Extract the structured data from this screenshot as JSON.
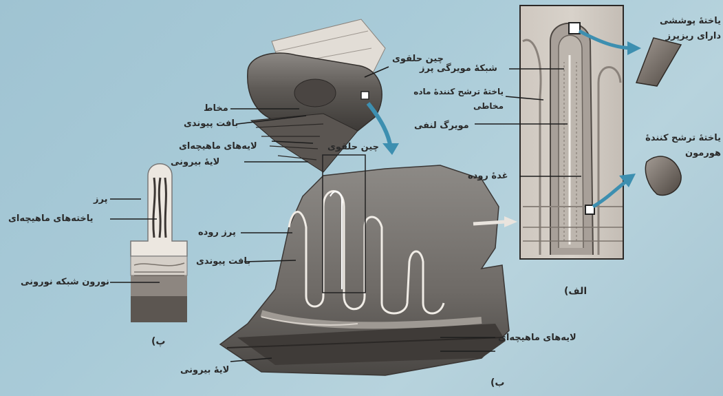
{
  "panel_a": {
    "letter": "الف)",
    "labels": {
      "villus_capillary_network": "شبکهٔ مویرگی پرز",
      "mucus_secreting_cell": "یاختهٔ ترشح کنندهٔ ماده مخاطی",
      "lacteal": "مویرگ لنفی",
      "intestinal_gland": "غدهٔ روده",
      "epithelial_cell_with_microvilli": "یاختهٔ پوششی دارای ریزپرز",
      "hormone_secreting_cell": "یاختهٔ ترشح کنندهٔ هورمون"
    }
  },
  "panel_b": {
    "letter": "ب)",
    "labels": {
      "circular_fold_top": "چین حلقوی",
      "mucosa": "مخاط",
      "connective_tissue_top": "بافت پیوندی",
      "muscle_layers_top": "لایه‌های ماهیچه‌ای",
      "outer_layer_top": "لایهٔ بیرونی",
      "circular_fold_mid": "چین حلقوی",
      "intestinal_villi": "پرز روده",
      "connective_tissue_mid": "بافت پیوندی",
      "muscle_layers_bottom": "لایه‌های ماهیچه‌ای",
      "outer_layer_bottom": "لایهٔ بیرونی"
    }
  },
  "panel_p": {
    "letter": "پ)",
    "labels": {
      "villus": "پرز",
      "muscle_cells": "یاخته‌های ماهیچه‌ای",
      "neurons": "نورون شبکه نورونی"
    }
  }
}
